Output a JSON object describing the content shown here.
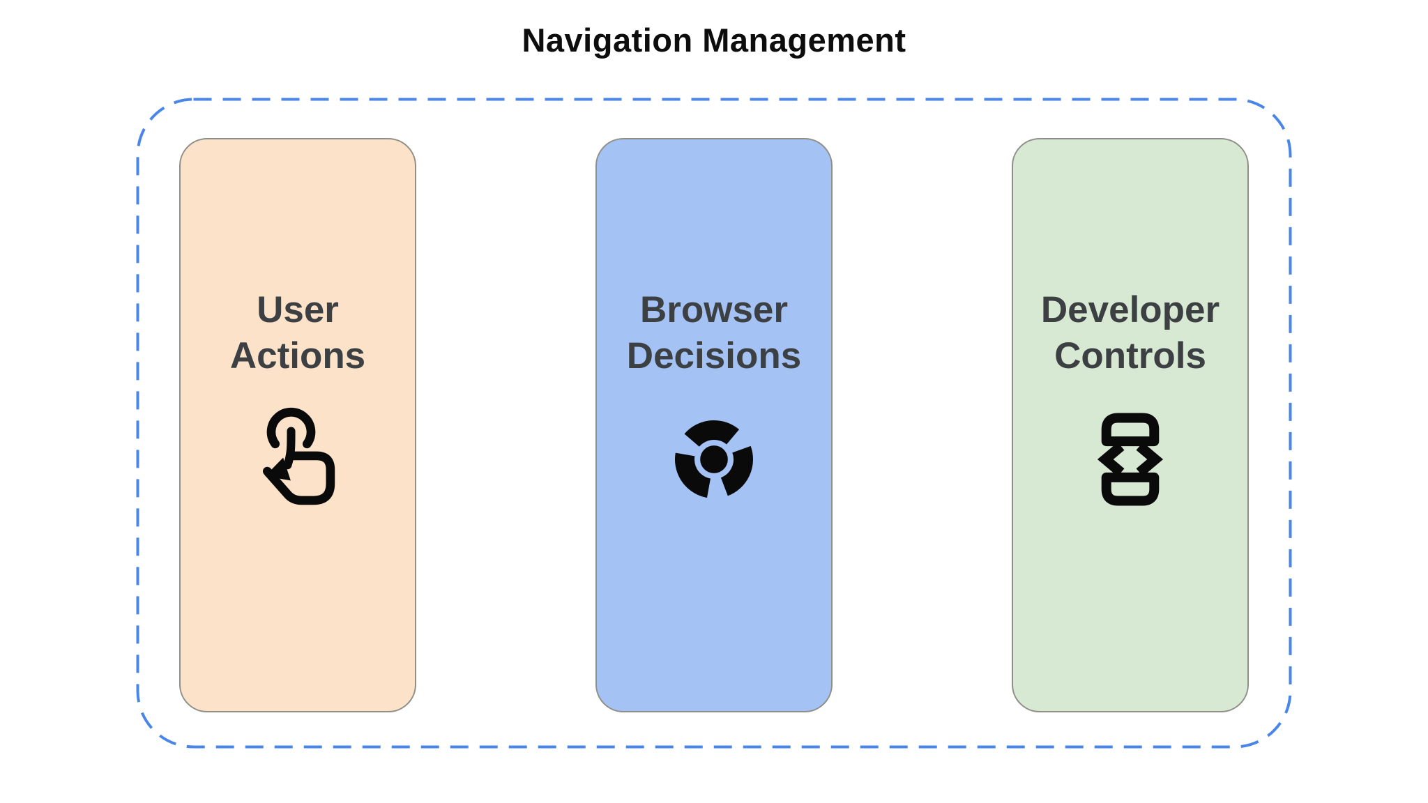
{
  "diagram": {
    "title": "Navigation Management",
    "frame": {
      "border_color": "#4a86e8",
      "border_style": "dashed"
    },
    "cards": [
      {
        "label": "User Actions",
        "icon": "swipe-gesture-icon",
        "bg": "#fbe2c9"
      },
      {
        "label": "Browser Decisions",
        "icon": "chrome-browser-icon",
        "bg": "#a4c2f4"
      },
      {
        "label": "Developer Controls",
        "icon": "developer-mode-icon",
        "bg": "#d7e8d3"
      }
    ],
    "text_color": "#3c4043"
  }
}
